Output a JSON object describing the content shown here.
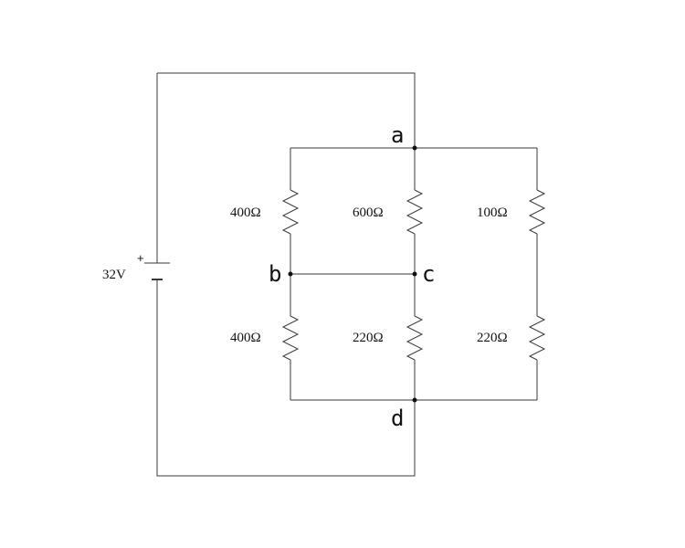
{
  "circuit": {
    "battery": {
      "voltage_label": "32V",
      "polarity_symbol": "+"
    },
    "nodes": {
      "a": "a",
      "b": "b",
      "c": "c",
      "d": "d"
    },
    "resistors": {
      "left_top": "400Ω",
      "middle_top": "600Ω",
      "right_top": "100Ω",
      "left_bottom": "400Ω",
      "middle_bottom": "220Ω",
      "right_bottom": "220Ω"
    }
  },
  "colors": {
    "wire": "#3a3a3a",
    "text": "#111111",
    "background": "#ffffff"
  }
}
